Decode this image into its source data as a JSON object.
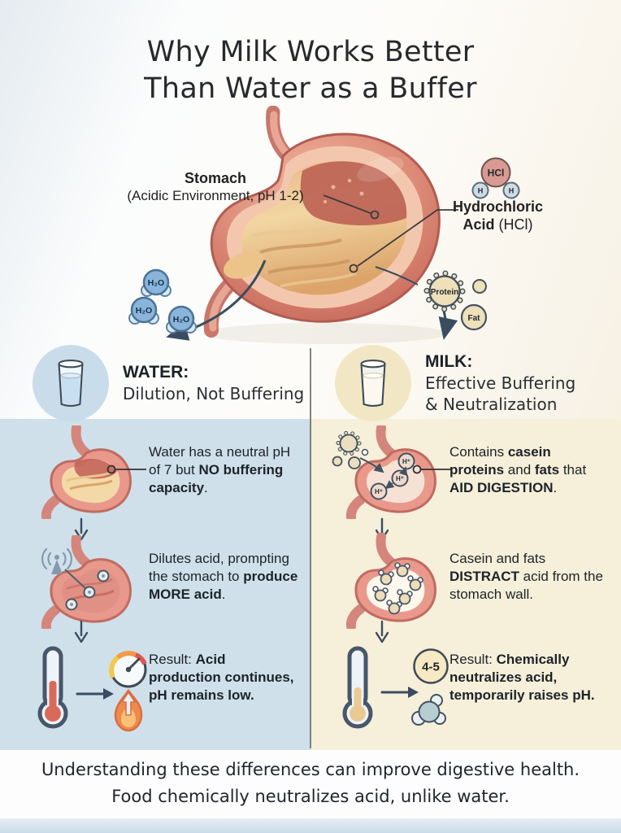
{
  "title": {
    "line1": "Why Milk Works Better",
    "line2": "Than Water as a Buffer"
  },
  "hero": {
    "stomach_label": {
      "name": "Stomach",
      "detail": "(Acidic Environment, pH 1-2)"
    },
    "hcl": {
      "molecule": "HCl",
      "atom": "H",
      "name": "Hydrochloric",
      "name2": "Acid",
      "formula": "(HCl)"
    },
    "h2o": "H₂O",
    "protein": "Protein",
    "fat": "Fat"
  },
  "water": {
    "header": {
      "name": "WATER:",
      "line1": "Dilution, Not Buffering"
    },
    "rows": [
      {
        "segments": [
          "Water has a neutral pH of 7 but ",
          "NO buffering capacity",
          "."
        ]
      },
      {
        "segments": [
          "Dilutes acid, prompting the stomach to ",
          "produce MORE acid",
          "."
        ]
      },
      {
        "segments": [
          "Result: ",
          "Acid production continues, pH remains low."
        ]
      }
    ]
  },
  "milk": {
    "header": {
      "name": "MILK:",
      "line1": "Effective Buffering",
      "line2": "& Neutralization"
    },
    "rows": [
      {
        "segments": [
          "Contains ",
          "casein proteins",
          " and ",
          "fats",
          " that ",
          "AID DIGESTION",
          "."
        ]
      },
      {
        "segments": [
          "Casein and fats ",
          "DISTRACT",
          " acid from the stomach wall."
        ]
      },
      {
        "segments": [
          "Result: ",
          "Chemically neutralizes acid, temporarily raises pH."
        ]
      }
    ],
    "hplus": "H⁺",
    "ph_badge": "4-5"
  },
  "footer": {
    "line1": "Understanding these differences can improve digestive health.",
    "line2": "Food chemically neutralizes acid, unlike water."
  },
  "palette": {
    "water_column_bg": "#cfe0ea",
    "milk_column_bg": "#f6efd9",
    "arrow": "#3a4d60",
    "stomach_outer": "#dd8b78",
    "stomach_lumen": "#f2d6a2",
    "h2o_fill": "#8ab5da",
    "hcl_fill": "#d89a93",
    "protein_fill": "#ede0bb"
  }
}
